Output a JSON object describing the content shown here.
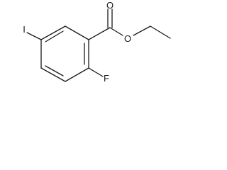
{
  "atoms": {
    "iodine": "I",
    "fluorine": "F",
    "carbonyl_oxygen": "O",
    "ester_oxygen": "O"
  }
}
